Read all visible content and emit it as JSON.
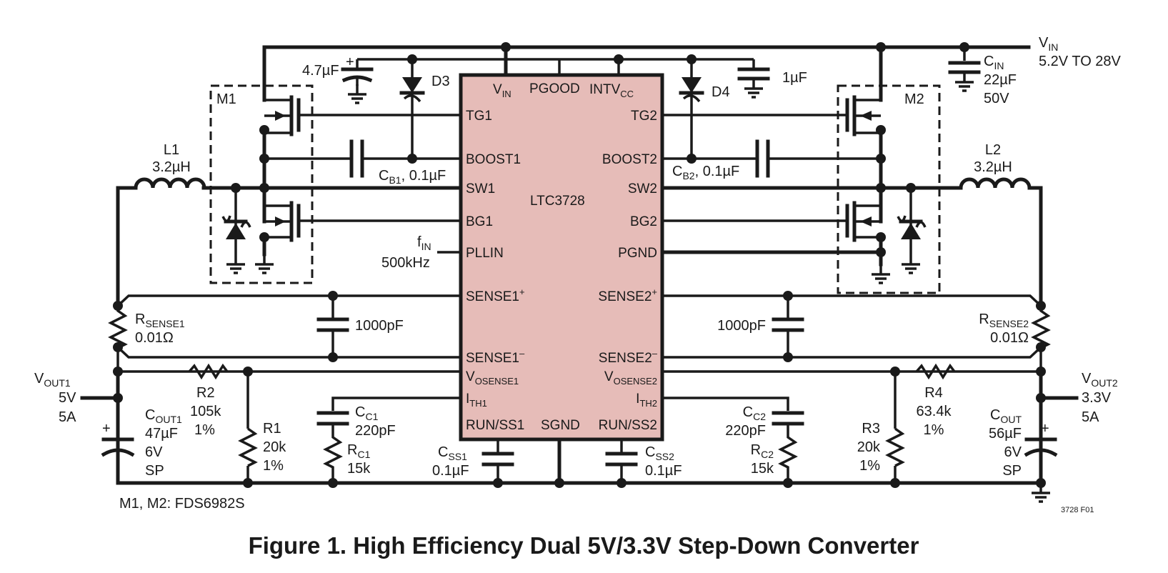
{
  "figure": {
    "caption": "Figure 1. High Efficiency Dual 5V/3.3V Step-Down Converter",
    "note": "M1, M2: FDS6982S",
    "code": "3728 F01"
  },
  "ic": {
    "name": "LTC3728",
    "fill_color": "#e6bcb8",
    "pins": {
      "vin": "V",
      "vin_sub": "IN",
      "pgood": "PGOOD",
      "intvcc": "INTV",
      "intvcc_sub": "CC",
      "tg1": "TG1",
      "boost1": "BOOST1",
      "sw1": "SW1",
      "bg1": "BG1",
      "pllin": "PLLIN",
      "sense1p": "SENSE1",
      "sense1p_sup": "+",
      "sense1n": "SENSE1",
      "sense1n_sup": "–",
      "vosense1": "V",
      "vosense1_sub": "OSENSE1",
      "ith1": "I",
      "ith1_sub": "TH1",
      "runss1": "RUN/SS1",
      "sgnd": "SGND",
      "runss2": "RUN/SS2",
      "tg2": "TG2",
      "boost2": "BOOST2",
      "sw2": "SW2",
      "bg2": "BG2",
      "pgnd": "PGND",
      "sense2p": "SENSE2",
      "sense2p_sup": "+",
      "sense2n": "SENSE2",
      "sense2n_sup": "–",
      "vosense2": "V",
      "vosense2_sub": "OSENSE2",
      "ith2": "I",
      "ith2_sub": "TH2"
    }
  },
  "labels": {
    "vin": "V",
    "vin_sub": "IN",
    "vin_range": "5.2V TO 28V",
    "cin": "C",
    "cin_sub": "IN",
    "cin_val": "22µF",
    "cin_v": "50V",
    "c47": "4.7µF",
    "c1u": "1µF",
    "d3": "D3",
    "d4": "D4",
    "m1": "M1",
    "m2": "M2",
    "l1": "L1",
    "l1_val": "3.2µH",
    "l2": "L2",
    "l2_val": "3.2µH",
    "cb1": "C",
    "cb1_sub": "B1",
    "cb1_val": ", 0.1µF",
    "cb2": "C",
    "cb2_sub": "B2",
    "cb2_val": ", 0.1µF",
    "fin": "f",
    "fin_sub": "IN",
    "fin_val": "500kHz",
    "rs1": "R",
    "rs1_sub": "SENSE1",
    "rs1_val": "0.01Ω",
    "rs2": "R",
    "rs2_sub": "SENSE2",
    "rs2_val": "0.01Ω",
    "c1000a": "1000pF",
    "c1000b": "1000pF",
    "vout1": "V",
    "vout1_sub": "OUT1",
    "vout1_v": "5V",
    "vout1_a": "5A",
    "vout2": "V",
    "vout2_sub": "OUT2",
    "vout2_v": "3.3V",
    "vout2_a": "5A",
    "r2": "R2",
    "r2_val": "105k",
    "r2_tol": "1%",
    "r1": "R1",
    "r1_val": "20k",
    "r1_tol": "1%",
    "r4": "R4",
    "r4_val": "63.4k",
    "r4_tol": "1%",
    "r3": "R3",
    "r3_val": "20k",
    "r3_tol": "1%",
    "cout1": "C",
    "cout1_sub": "OUT1",
    "cout1_val": "47µF",
    "cout1_v": "6V",
    "cout1_t": "SP",
    "cout2": "C",
    "cout2_sub": "OUT",
    "cout2_val": "56µF",
    "cout2_v": "6V",
    "cout2_t": "SP",
    "cc1": "C",
    "cc1_sub": "C1",
    "cc1_val": "220pF",
    "cc2": "C",
    "cc2_sub": "C2",
    "cc2_val": "220pF",
    "rc1": "R",
    "rc1_sub": "C1",
    "rc1_val": "15k",
    "rc2": "R",
    "rc2_sub": "C2",
    "rc2_val": "15k",
    "css1": "C",
    "css1_sub": "SS1",
    "css1_val": "0.1µF",
    "css2": "C",
    "css2_sub": "SS2",
    "css2_val": "0.1µF",
    "plus": "+"
  }
}
